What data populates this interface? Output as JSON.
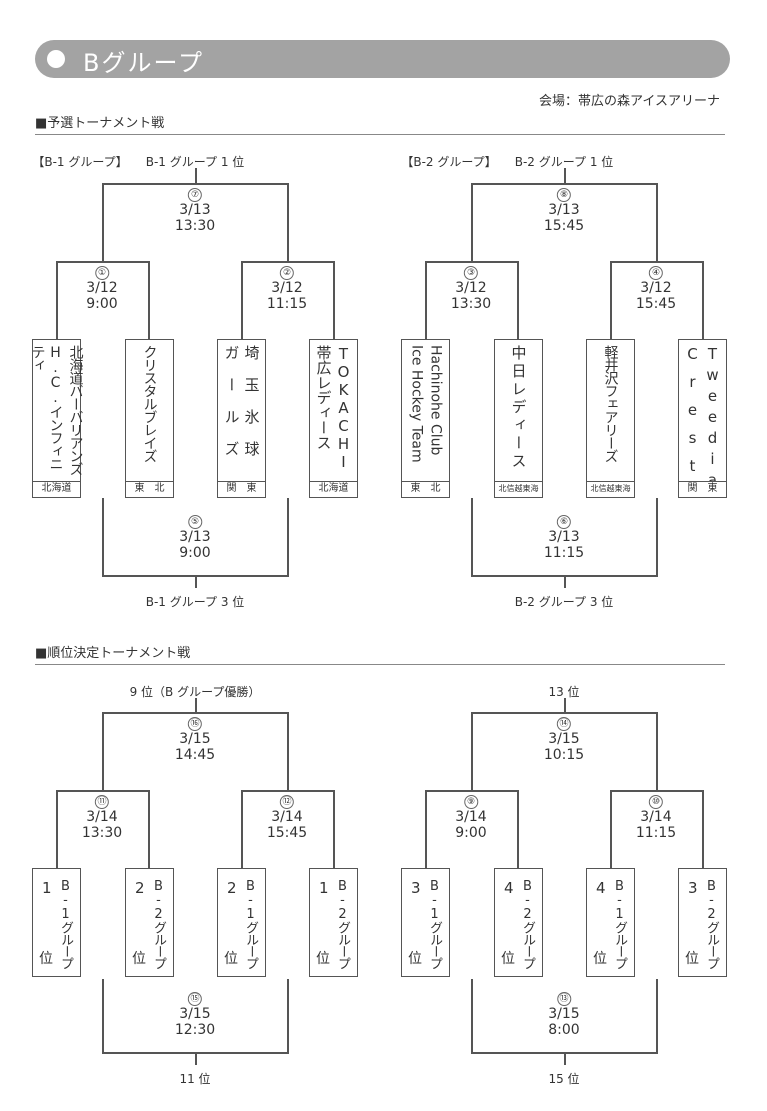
{
  "header": {
    "title": "Bグループ",
    "venue": "会場：帯広の森アイスアリーナ"
  },
  "sections": [
    {
      "title": "■予選トーナメント戦"
    },
    {
      "title": "■順位決定トーナメント戦"
    }
  ],
  "brackets": [
    {
      "group_label": "【B-1 グループ】",
      "top_label": "B-1 グループ 1 位",
      "bottom_label": "B-1 グループ 3 位",
      "final": {
        "num": "⑦",
        "date": "3/13",
        "time": "13:30"
      },
      "semis": [
        {
          "num": "①",
          "date": "3/12",
          "time": "9:00"
        },
        {
          "num": "②",
          "date": "3/12",
          "time": "11:15"
        }
      ],
      "third": {
        "num": "⑤",
        "date": "3/13",
        "time": "9:00"
      },
      "teams": [
        {
          "lines": [
            "北海道バーバリアンズ",
            "H.C.インフィニティ"
          ],
          "region": "北海道"
        },
        {
          "lines": [
            "クリスタルブレイズ"
          ],
          "region": "東　北"
        },
        {
          "lines": [
            "埼玉氷球",
            "ガールズ"
          ],
          "spread": true,
          "region": "関　東"
        },
        {
          "lines": [
            "TOKACHI",
            "帯広レディース"
          ],
          "region": "北海道"
        }
      ]
    },
    {
      "group_label": "【B-2 グループ】",
      "top_label": "B-2 グループ 1 位",
      "bottom_label": "B-2 グループ 3 位",
      "final": {
        "num": "⑧",
        "date": "3/13",
        "time": "15:45"
      },
      "semis": [
        {
          "num": "③",
          "date": "3/12",
          "time": "13:30"
        },
        {
          "num": "④",
          "date": "3/12",
          "time": "15:45"
        }
      ],
      "third": {
        "num": "⑥",
        "date": "3/13",
        "time": "11:15"
      },
      "teams": [
        {
          "lines": [
            "Hachinohe Club",
            "Ice Hockey Team"
          ],
          "sideways": true,
          "region": "東　北"
        },
        {
          "lines": [
            "中日レディース"
          ],
          "spread": true,
          "region": "北信越東海"
        },
        {
          "lines": [
            "軽井沢フェアリーズ"
          ],
          "region": "北信越東海"
        },
        {
          "lines": [
            "Tweedia",
            "Crest"
          ],
          "spread": true,
          "region": "関　東"
        }
      ]
    },
    {
      "top_label": "9 位（B グループ優勝）",
      "bottom_label": "11 位",
      "final": {
        "num": "⑯",
        "date": "3/15",
        "time": "14:45"
      },
      "semis": [
        {
          "num": "⑪",
          "date": "3/14",
          "time": "13:30"
        },
        {
          "num": "⑫",
          "date": "3/14",
          "time": "15:45"
        }
      ],
      "third": {
        "num": "⑮",
        "date": "3/15",
        "time": "12:30"
      },
      "slots": [
        {
          "rank": "1",
          "group": "B-1グループ",
          "suffix": "位"
        },
        {
          "rank": "2",
          "group": "B-2グループ",
          "suffix": "位"
        },
        {
          "rank": "2",
          "group": "B-1グループ",
          "suffix": "位"
        },
        {
          "rank": "1",
          "group": "B-2グループ",
          "suffix": "位"
        }
      ]
    },
    {
      "top_label": "13 位",
      "bottom_label": "15 位",
      "final": {
        "num": "⑭",
        "date": "3/15",
        "time": "10:15"
      },
      "semis": [
        {
          "num": "⑨",
          "date": "3/14",
          "time": "9:00"
        },
        {
          "num": "⑩",
          "date": "3/14",
          "time": "11:15"
        }
      ],
      "third": {
        "num": "⑬",
        "date": "3/15",
        "time": "8:00"
      },
      "slots": [
        {
          "rank": "3",
          "group": "B-1グループ",
          "suffix": "位"
        },
        {
          "rank": "4",
          "group": "B-2グループ",
          "suffix": "位"
        },
        {
          "rank": "4",
          "group": "B-1グループ",
          "suffix": "位"
        },
        {
          "rank": "3",
          "group": "B-2グループ",
          "suffix": "位"
        }
      ]
    }
  ]
}
